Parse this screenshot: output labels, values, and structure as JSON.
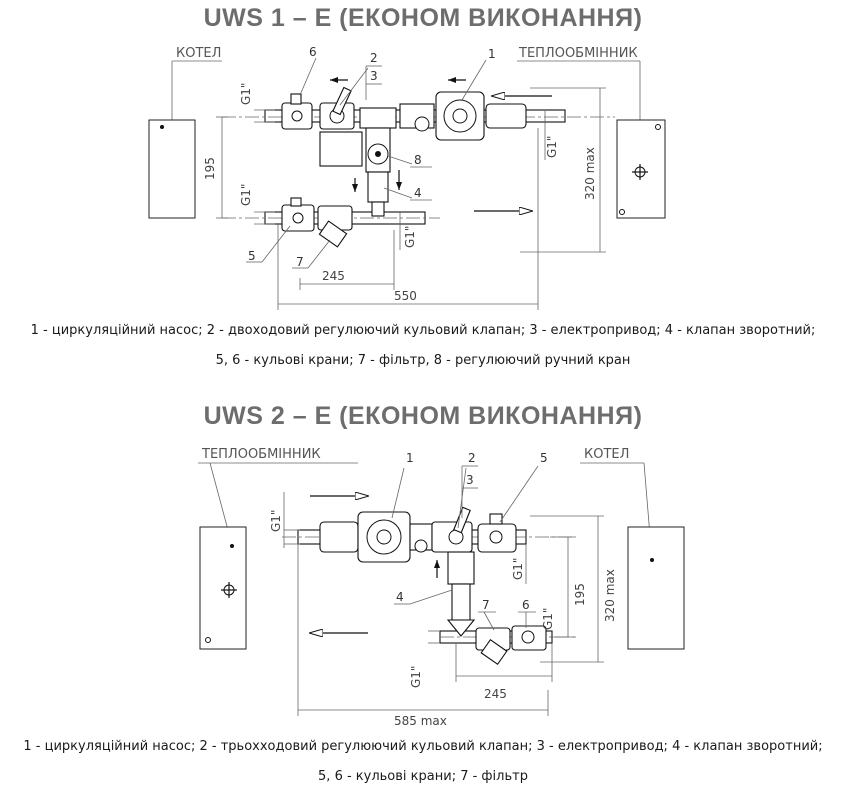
{
  "diagram1": {
    "title": "UWS 1 – E (ЕКОНОМ ВИКОНАННЯ)",
    "left_label": "КОТЕЛ",
    "right_label": "ТЕПЛООБМІННИК",
    "callouts": [
      "1",
      "2",
      "3",
      "4",
      "5",
      "6",
      "7",
      "8"
    ],
    "thread": "G1\"",
    "dims": {
      "h1": "195",
      "h2": "320 max",
      "w1": "245",
      "w2": "550"
    },
    "legend_line1": "1 - циркуляційний насос; 2 - двоходовий регулюючий кульовий клапан; 3 - електропривод; 4 - клапан зворотний;",
    "legend_line2": "5, 6 - кульові крани; 7 - фільтр, 8 - регулюючий ручний кран"
  },
  "diagram2": {
    "title": "UWS 2 – E (ЕКОНОМ ВИКОНАННЯ)",
    "left_label": "ТЕПЛООБМІННИК",
    "right_label": "КОТЕЛ",
    "callouts": [
      "1",
      "2",
      "3",
      "4",
      "5",
      "6",
      "7"
    ],
    "thread": "G1\"",
    "dims": {
      "h1": "195",
      "h2": "320 max",
      "w1": "245",
      "w2": "585 max"
    },
    "legend_line1": "1 - циркуляційний насос; 2 - трьохходовий регулюючий кульовий клапан; 3 - електропривод; 4 - клапан зворотний;",
    "legend_line2": "5, 6 - кульові крани; 7 - фільтр"
  }
}
